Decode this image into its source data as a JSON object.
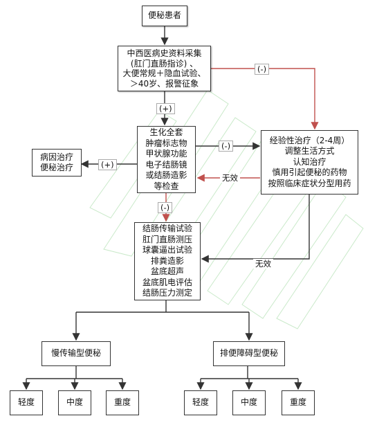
{
  "nodes": {
    "patient": "便秘患者",
    "history": [
      "中西医病史资料采集",
      "(肛门直肠指诊) 、",
      "大便常规＋隐血试验、",
      "＞40岁、报警征象"
    ],
    "labs": [
      "生化全套",
      "肿瘤标志物",
      "甲状腺功能",
      "电子结肠镜",
      "或结肠造影",
      "等检查"
    ],
    "empirical": [
      "经验性治疗（2-4周）",
      "调整生活方式",
      "认知治疗",
      "慎用引起便秘的药物",
      "按照临床症状分型用药"
    ],
    "etiology": [
      "病因治疗",
      "便秘治疗"
    ],
    "tests": [
      "结肠传输试验",
      "肛门直肠测压",
      "球囊逼出试验",
      "排粪造影",
      "盆底超声",
      "盆底肌电评估",
      "结肠压力测定"
    ],
    "slow": "慢传输型便秘",
    "outlet": "排便障碍型便秘",
    "slow_levels": [
      "轻度",
      "中度",
      "重度"
    ],
    "outlet_levels": [
      "轻度",
      "中度",
      "重度"
    ]
  },
  "edges": {
    "neg_history_to_empirical": "(-)",
    "pos_history_to_labs": "(+)",
    "pos_labs_to_etiology": "(+)",
    "neg_labs_to_empirical": "(-)",
    "invalid_empirical_to_labs": "无效",
    "neg_labs_to_tests": "(-)",
    "invalid_empirical_to_tests": "无效"
  },
  "colors": {
    "black_arrow": "#333333",
    "red_arrow": "#c0504d",
    "watermark": "#9ed89e"
  }
}
